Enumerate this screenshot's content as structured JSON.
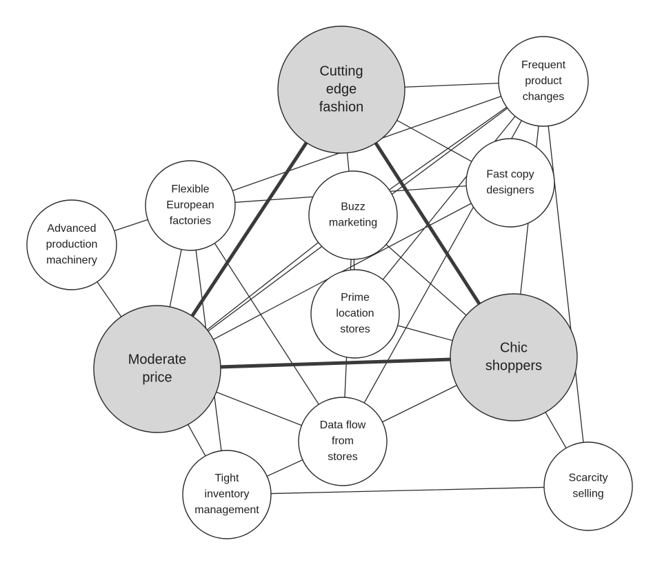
{
  "nodes": [
    {
      "id": "cutting",
      "lines": [
        "Cutting",
        "edge",
        "fashion"
      ],
      "major": true
    },
    {
      "id": "moderate",
      "lines": [
        "Moderate",
        "price"
      ],
      "major": true
    },
    {
      "id": "chic",
      "lines": [
        "Chic",
        "shoppers"
      ],
      "major": true
    },
    {
      "id": "frequent",
      "lines": [
        "Frequent",
        "product",
        "changes"
      ],
      "major": false
    },
    {
      "id": "fastcopy",
      "lines": [
        "Fast copy",
        "designers"
      ],
      "major": false
    },
    {
      "id": "flexible",
      "lines": [
        "Flexible",
        "European",
        "factories"
      ],
      "major": false
    },
    {
      "id": "advanced",
      "lines": [
        "Advanced",
        "production",
        "machinery"
      ],
      "major": false
    },
    {
      "id": "buzz",
      "lines": [
        "Buzz",
        "marketing"
      ],
      "major": false
    },
    {
      "id": "prime",
      "lines": [
        "Prime",
        "location",
        "stores"
      ],
      "major": false
    },
    {
      "id": "dataflow",
      "lines": [
        "Data flow",
        "from",
        "stores"
      ],
      "major": false
    },
    {
      "id": "tight",
      "lines": [
        "Tight",
        "inventory",
        "management"
      ],
      "major": false
    },
    {
      "id": "scarcity",
      "lines": [
        "Scarcity",
        "selling"
      ],
      "major": false
    }
  ],
  "strong_edges": [
    [
      "cutting",
      "moderate"
    ],
    [
      "cutting",
      "chic"
    ],
    [
      "moderate",
      "chic"
    ]
  ],
  "edges": [
    [
      "cutting",
      "frequent"
    ],
    [
      "cutting",
      "buzz"
    ],
    [
      "cutting",
      "fastcopy"
    ],
    [
      "frequent",
      "flexible"
    ],
    [
      "frequent",
      "buzz"
    ],
    [
      "frequent",
      "prime"
    ],
    [
      "frequent",
      "moderate"
    ],
    [
      "frequent",
      "chic"
    ],
    [
      "frequent",
      "scarcity"
    ],
    [
      "frequent",
      "dataflow"
    ],
    [
      "fastcopy",
      "flexible"
    ],
    [
      "fastcopy",
      "moderate"
    ],
    [
      "flexible",
      "advanced"
    ],
    [
      "flexible",
      "moderate"
    ],
    [
      "flexible",
      "dataflow"
    ],
    [
      "flexible",
      "tight"
    ],
    [
      "advanced",
      "moderate"
    ],
    [
      "buzz",
      "moderate"
    ],
    [
      "buzz",
      "prime"
    ],
    [
      "buzz",
      "chic"
    ],
    [
      "buzz",
      "dataflow"
    ],
    [
      "prime",
      "chic"
    ],
    [
      "moderate",
      "dataflow"
    ],
    [
      "moderate",
      "tight"
    ],
    [
      "dataflow",
      "chic"
    ],
    [
      "dataflow",
      "tight"
    ],
    [
      "tight",
      "scarcity"
    ],
    [
      "chic",
      "scarcity"
    ]
  ]
}
